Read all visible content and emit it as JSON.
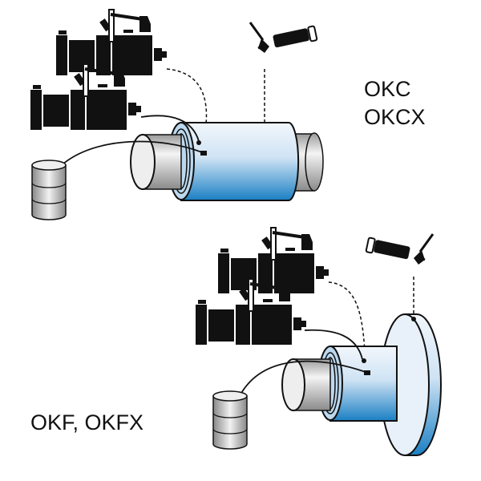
{
  "labels": {
    "top": [
      "OKC",
      "OKCX"
    ],
    "bottom": "OKF, OKFX"
  },
  "colors": {
    "coupling_light": "#e6f0fa",
    "coupling_dark": "#1a7fc4",
    "shaft": "#c8c8c8",
    "equipment": "#111111"
  },
  "icons": [
    "hydraulic-pump-icon",
    "grease-gun-icon",
    "oil-drum-icon",
    "coupling-sleeve-icon",
    "flange-coupling-icon"
  ]
}
